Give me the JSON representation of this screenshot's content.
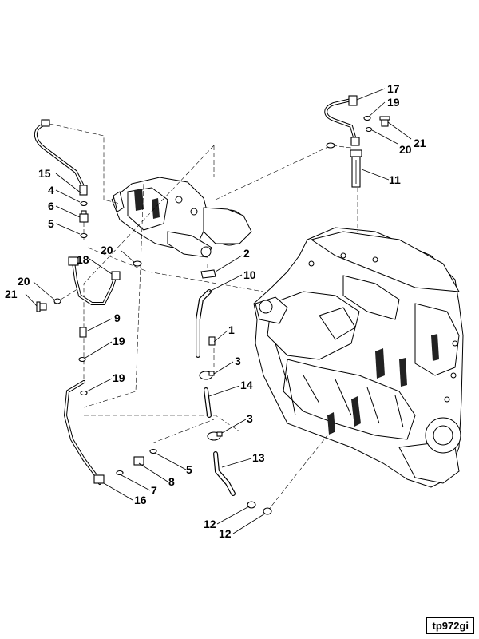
{
  "reference_code": "tp972gi",
  "callouts": {
    "c17": "17",
    "c19a": "19",
    "c21a": "21",
    "c20a": "20",
    "c11": "11",
    "c15": "15",
    "c4a": "4",
    "c6": "6",
    "c5a": "5",
    "c20b": "20",
    "c18": "18",
    "c2": "2",
    "c10": "10",
    "c20c": "20",
    "c21b": "21",
    "c9": "9",
    "c1": "1",
    "c19b": "19",
    "c3a": "3",
    "c19c": "19",
    "c14": "14",
    "c3b": "3",
    "c13": "13",
    "c5b": "5",
    "c8": "8",
    "c7": "7",
    "c16": "16",
    "c12a": "12",
    "c12b": "12"
  },
  "parts": [
    "turbocharger",
    "engine-block",
    "oil-feed-pipe",
    "oil-drain-hose",
    "banjo-bolt",
    "sealing-washer",
    "clamp",
    "adapter",
    "plug"
  ]
}
